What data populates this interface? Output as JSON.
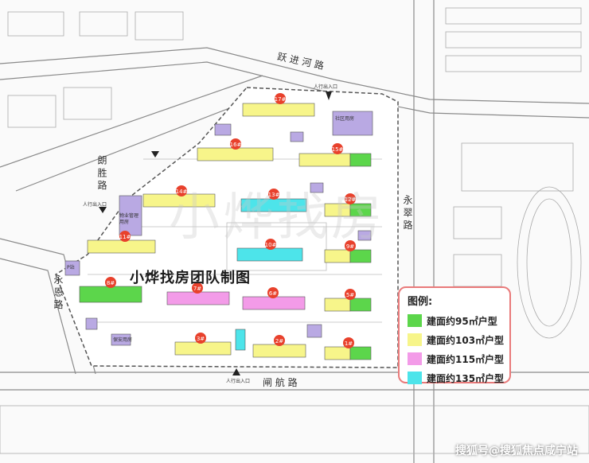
{
  "roads": [
    {
      "id": "road-north",
      "text": "跃 进 河 路"
    },
    {
      "id": "road-west",
      "text": "朗 胜 路"
    },
    {
      "id": "road-east",
      "text": "永 翠 路"
    },
    {
      "id": "road-south",
      "text": "闸 航 路"
    },
    {
      "id": "road-southwest",
      "text": "永 恩 路"
    }
  ],
  "title": "小烨找房团队制图",
  "watermark": "小烨找房",
  "legend": {
    "title": "图例:",
    "items": [
      {
        "label": "建面约95㎡户型",
        "color": "#5cd64b"
      },
      {
        "label": "建面约103㎡户型",
        "color": "#f7f58a"
      },
      {
        "label": "建面约115㎡户型",
        "color": "#f39be8"
      },
      {
        "label": "建面约135㎡户型",
        "color": "#4de4ea"
      }
    ]
  },
  "buildings": [
    {
      "no": "17#",
      "type": "103"
    },
    {
      "no": "16#",
      "type": "103"
    },
    {
      "no": "15#",
      "type": "103"
    },
    {
      "no": "14#",
      "type": "103"
    },
    {
      "no": "13#",
      "type": "135"
    },
    {
      "no": "12#",
      "type": "95"
    },
    {
      "no": "11#",
      "type": "103"
    },
    {
      "no": "10#",
      "type": "135"
    },
    {
      "no": "9#",
      "type": "95"
    },
    {
      "no": "8#",
      "type": "95"
    },
    {
      "no": "7#",
      "type": "115"
    },
    {
      "no": "6#",
      "type": "115"
    },
    {
      "no": "5#",
      "type": "95"
    },
    {
      "no": "3#",
      "type": "103"
    },
    {
      "no": "2#",
      "type": "103"
    },
    {
      "no": "1#",
      "type": "95"
    }
  ],
  "facilities": [
    {
      "id": "community-center",
      "text": "社区用房"
    },
    {
      "id": "property-mgmt",
      "text": "物业管理用房"
    },
    {
      "id": "security",
      "text": "保安用房"
    },
    {
      "id": "p-stop-1",
      "text": "P站"
    },
    {
      "id": "entrance-north",
      "text": "人行出入口"
    },
    {
      "id": "entrance-west",
      "text": "人行出入口"
    },
    {
      "id": "entrance-south",
      "text": "人行出入口"
    }
  ],
  "footer": "搜狐号@搜狐焦点咸宁站"
}
